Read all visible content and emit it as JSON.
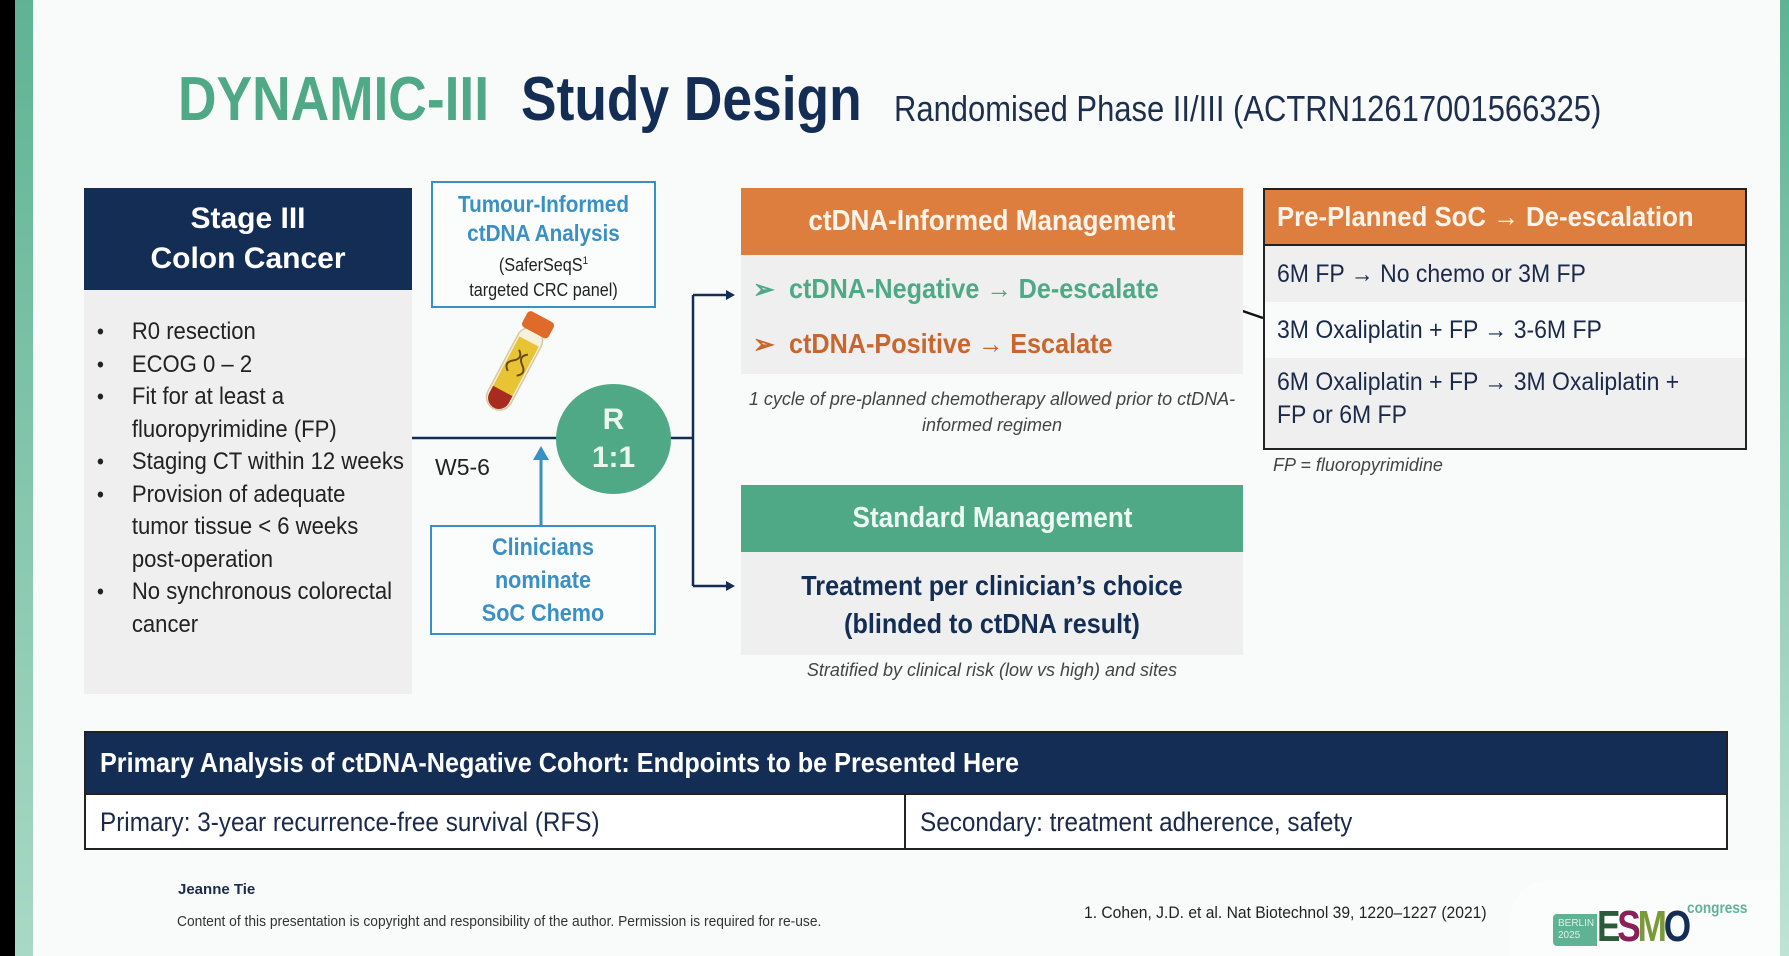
{
  "title": {
    "brand": "DYNAMIC-III",
    "main": "Study Design",
    "subtitle": "Randomised Phase II/III (ACTRN12617001566325)"
  },
  "eligibility": {
    "header_line1": "Stage III",
    "header_line2": "Colon Cancer",
    "items": [
      "R0 resection",
      "ECOG 0 – 2",
      "Fit for at least a fluoropyrimidine (FP)",
      "Staging CT within 12 weeks",
      "Provision of adequate tumor tissue < 6 weeks post-operation",
      "No synchronous colorectal cancer"
    ]
  },
  "tumour_box": {
    "line1": "Tumour-Informed",
    "line2": "ctDNA Analysis",
    "line3": "(SaferSeqS",
    "line3_sup": "1",
    "line4": "targeted CRC panel)"
  },
  "timepoint": "W5-6",
  "randomisation": {
    "label": "R",
    "ratio": "1:1"
  },
  "clinicians_box": {
    "line1": "Clinicians",
    "line2": "nominate",
    "line3": "SoC Chemo"
  },
  "ctdna_arm": {
    "header": "ctDNA-Informed Management",
    "bullet_icon": "➢",
    "negative": "ctDNA-Negative → De-escalate",
    "positive": "ctDNA-Positive → Escalate",
    "note": "1 cycle of pre-planned chemotherapy allowed prior to ctDNA-informed regimen"
  },
  "preplanned": {
    "header": "Pre-Planned SoC → De-escalation",
    "rows": [
      "6M FP → No chemo or 3M FP",
      "3M Oxaliplatin + FP → 3-6M FP",
      "6M Oxaliplatin + FP → 3M Oxaliplatin + FP or 6M FP"
    ],
    "footnote": "FP = fluoropyrimidine"
  },
  "standard_arm": {
    "header": "Standard Management",
    "line1": "Treatment per clinician’s choice",
    "line2": "(blinded to ctDNA result)",
    "note": "Stratified by clinical risk (low vs high) and sites"
  },
  "endpoints": {
    "header": "Primary Analysis of ctDNA-Negative Cohort: Endpoints to be Presented Here",
    "primary": "Primary: 3-year recurrence-free survival (RFS)",
    "secondary": "Secondary: treatment adherence, safety"
  },
  "footer": {
    "author": "Jeanne Tie",
    "copyright": "Content of this presentation is copyright and responsibility of the author. Permission is required for re-use.",
    "reference": "1. Cohen, J.D. et al. Nat Biotechnol 39, 1220–1227 (2021)"
  },
  "logo": {
    "city": "BERLIN",
    "year": "2025",
    "e": "E",
    "s": "S",
    "m": "M",
    "o": "O",
    "suffix": "congress"
  },
  "colors": {
    "navy": "#132d55",
    "green": "#4fa886",
    "orange": "#de7e3e",
    "blue": "#3a8fc4"
  }
}
